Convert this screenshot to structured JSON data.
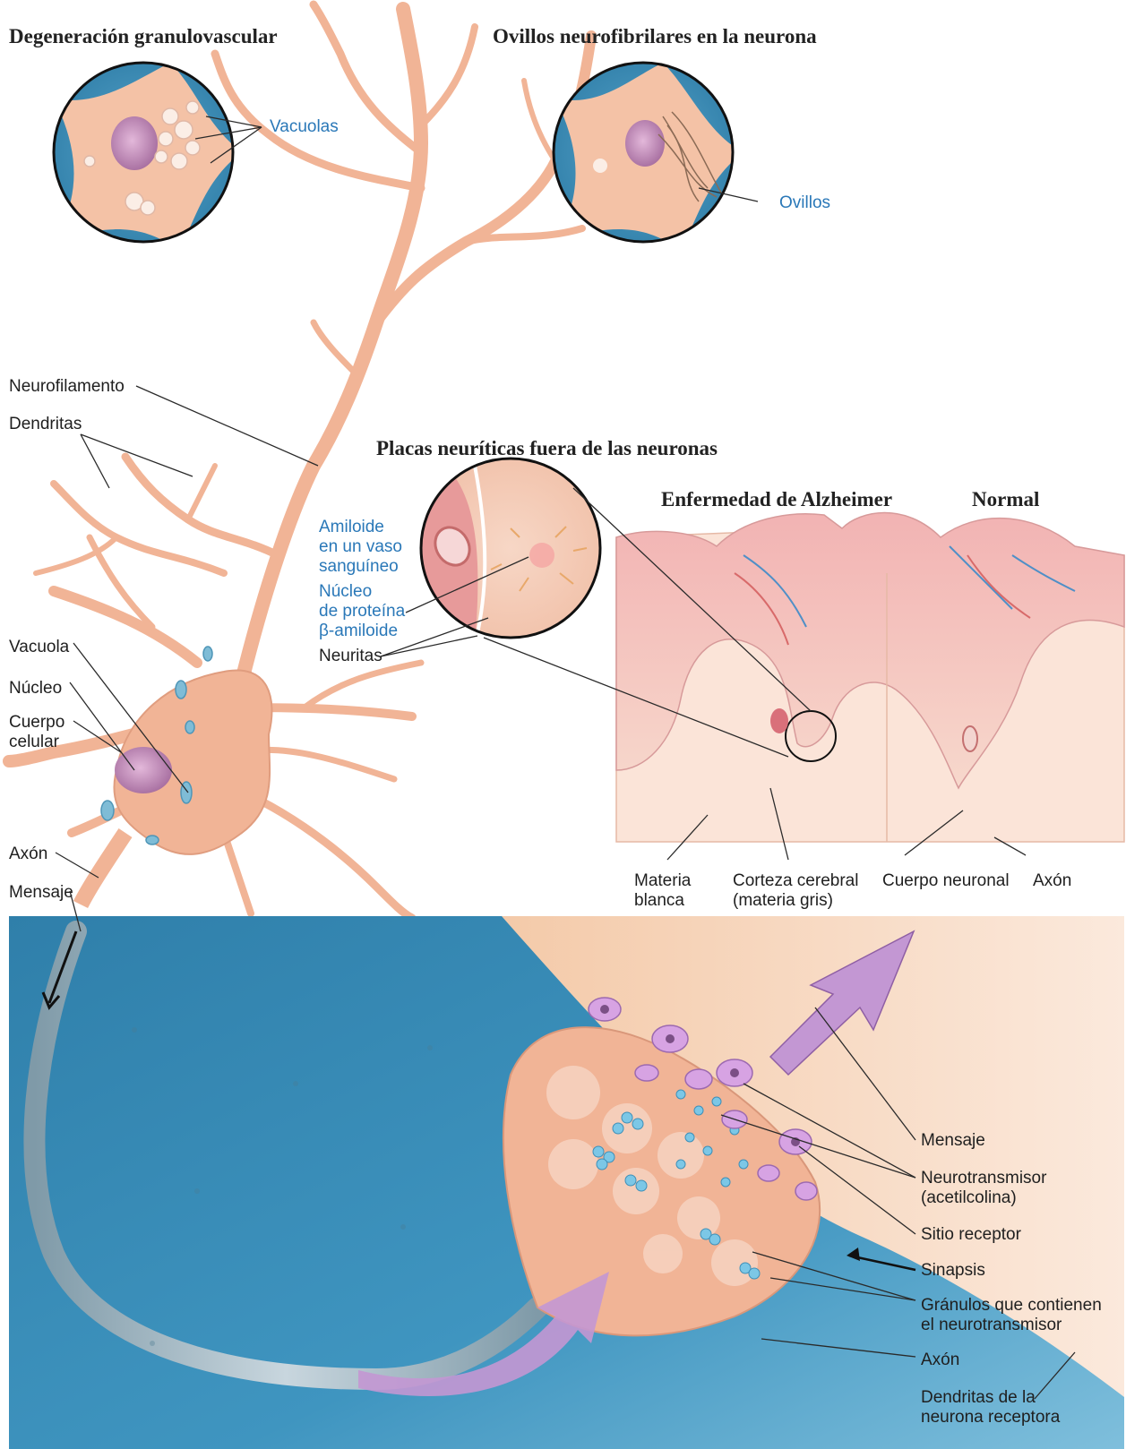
{
  "headings": {
    "granulovascular": "Degeneración granulovascular",
    "ovillos": "Ovillos neurofibrilares en la neurona",
    "placas": "Placas neuríticas fuera de las neuronas",
    "alzheimer": "Enfermedad de Alzheimer",
    "normal": "Normal"
  },
  "labels": {
    "vacuolas": "Vacuolas",
    "ovillos": "Ovillos",
    "neurofilamento": "Neurofilamento",
    "dendritas": "Dendritas",
    "vacuola": "Vacuola",
    "nucleo": "Núcleo",
    "cuerpo_celular": "Cuerpo\ncelular",
    "axon_left": "Axón",
    "mensaje_left": "Mensaje",
    "amiloide": "Amiloide\nen un vaso\nsanguíneo",
    "nucleo_proteina": "Núcleo\nde proteína\nβ-amiloide",
    "neuritas": "Neuritas",
    "materia_blanca": "Materia\nblanca",
    "corteza": "Corteza cerebral\n(materia gris)",
    "cuerpo_neuronal": "Cuerpo neuronal",
    "axon_cortex": "Axón",
    "mensaje_right": "Mensaje",
    "neurotransmisor": "Neurotransmisor\n(acetilcolina)",
    "sitio_receptor": "Sitio receptor",
    "sinapsis": "Sinapsis",
    "granulos": "Gránulos que contienen\nel neurotransmisor",
    "axon_synapse": "Axón",
    "dendritas_receptora": "Dendritas de la\nneurona receptora"
  },
  "colors": {
    "neuron": "#f2b59a",
    "neuron_dark": "#d98e72",
    "nucleus": "#b77fae",
    "bg_blue": "#3a8fb8",
    "vesicle": "#9fd0e6",
    "receptor": "#c79bd6",
    "label_blue": "#2a78b8"
  }
}
